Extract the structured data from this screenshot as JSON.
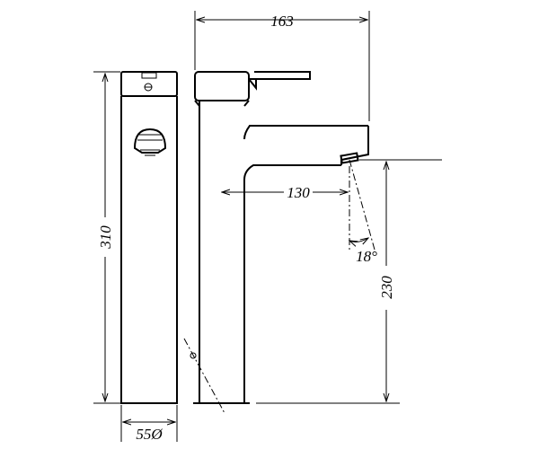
{
  "dimensions": {
    "spout_reach_total": "163",
    "spout_reach_inner": "130",
    "total_height": "310",
    "spout_height": "230",
    "base_diameter": "55Ø",
    "flow_angle": "18°"
  }
}
